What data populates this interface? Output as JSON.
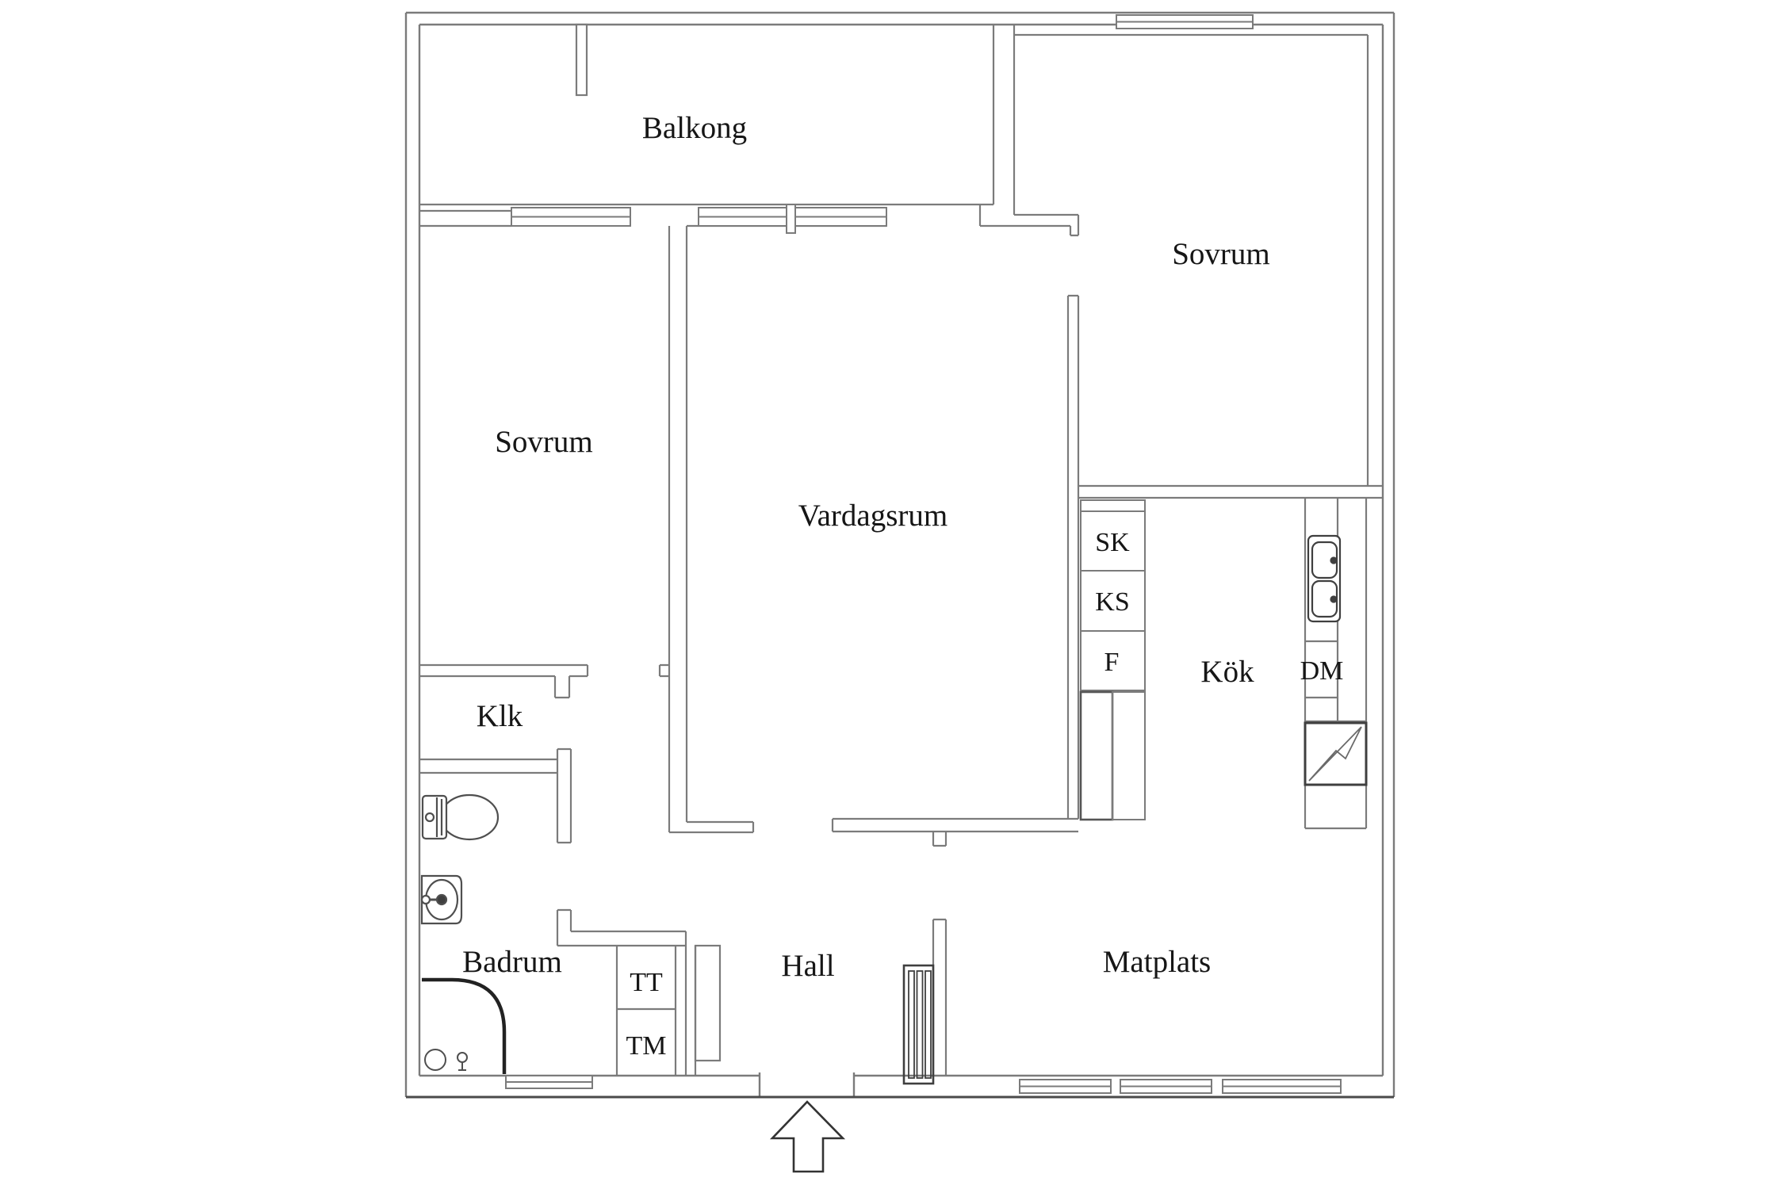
{
  "plan": {
    "type": "apartment-floor-plan",
    "language": "Swedish",
    "colors": {
      "background": "#ffffff",
      "wall_line": "#7b7b7b",
      "dark_line": "#3f3f3f",
      "text": "#161616"
    },
    "rooms": {
      "balkong": {
        "label": "Balkong"
      },
      "sovrum_left": {
        "label": "Sovrum"
      },
      "sovrum_right": {
        "label": "Sovrum"
      },
      "vardagsrum": {
        "label": "Vardagsrum"
      },
      "klk": {
        "label": "Klk"
      },
      "badrum": {
        "label": "Badrum"
      },
      "hall": {
        "label": "Hall"
      },
      "matplats": {
        "label": "Matplats"
      },
      "kok": {
        "label": "Kök"
      }
    },
    "fixtures": {
      "sk": {
        "label": "SK"
      },
      "ks": {
        "label": "KS"
      },
      "f": {
        "label": "F"
      },
      "dm": {
        "label": "DM"
      },
      "tt": {
        "label": "TT"
      },
      "tm": {
        "label": "TM"
      }
    },
    "icons": [
      "entrance-arrow-icon",
      "toilet-icon",
      "bathroom-sink-icon",
      "shower-icon",
      "kitchen-sink-icon",
      "electrical-lightning-icon",
      "radiator-icon",
      "door-leaf-icon",
      "window-icon"
    ]
  }
}
